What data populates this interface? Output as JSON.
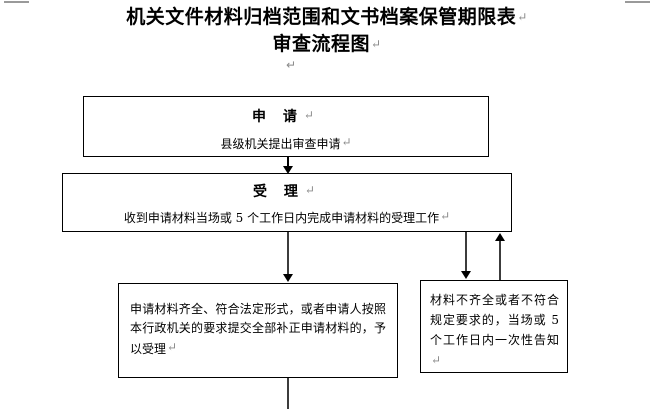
{
  "document": {
    "title_lines": [
      "机关文件材料归档范围和文书档案保管期限表",
      "审查流程图"
    ],
    "paragraph_mark": "↵"
  },
  "flowchart": {
    "type": "flowchart",
    "nodes": [
      {
        "id": "apply",
        "heading": "申  请",
        "body": "县级机关提出审查申请"
      },
      {
        "id": "accept",
        "heading": "受  理",
        "body": "收到申请材料当场或 5 个工作日内完成申请材料的受理工作"
      },
      {
        "id": "accepted",
        "text": "申请材料齐全、符合法定形式，或者申请人按照本行政机关的要求提交全部补正申请材料的，予以受理"
      },
      {
        "id": "rejected",
        "text": "材料不齐全或者不符合规定要求的，当场或 5 个工作日内一次性告知"
      }
    ],
    "connectors": [
      {
        "from": "apply",
        "to": "accept",
        "direction": "down"
      },
      {
        "from": "accept",
        "to": "accepted",
        "direction": "down"
      },
      {
        "from": "accept",
        "to": "rejected",
        "direction": "down"
      },
      {
        "from": "rejected",
        "to": "accept",
        "direction": "up"
      },
      {
        "from": "accepted",
        "to": "below-page",
        "direction": "down"
      }
    ]
  }
}
